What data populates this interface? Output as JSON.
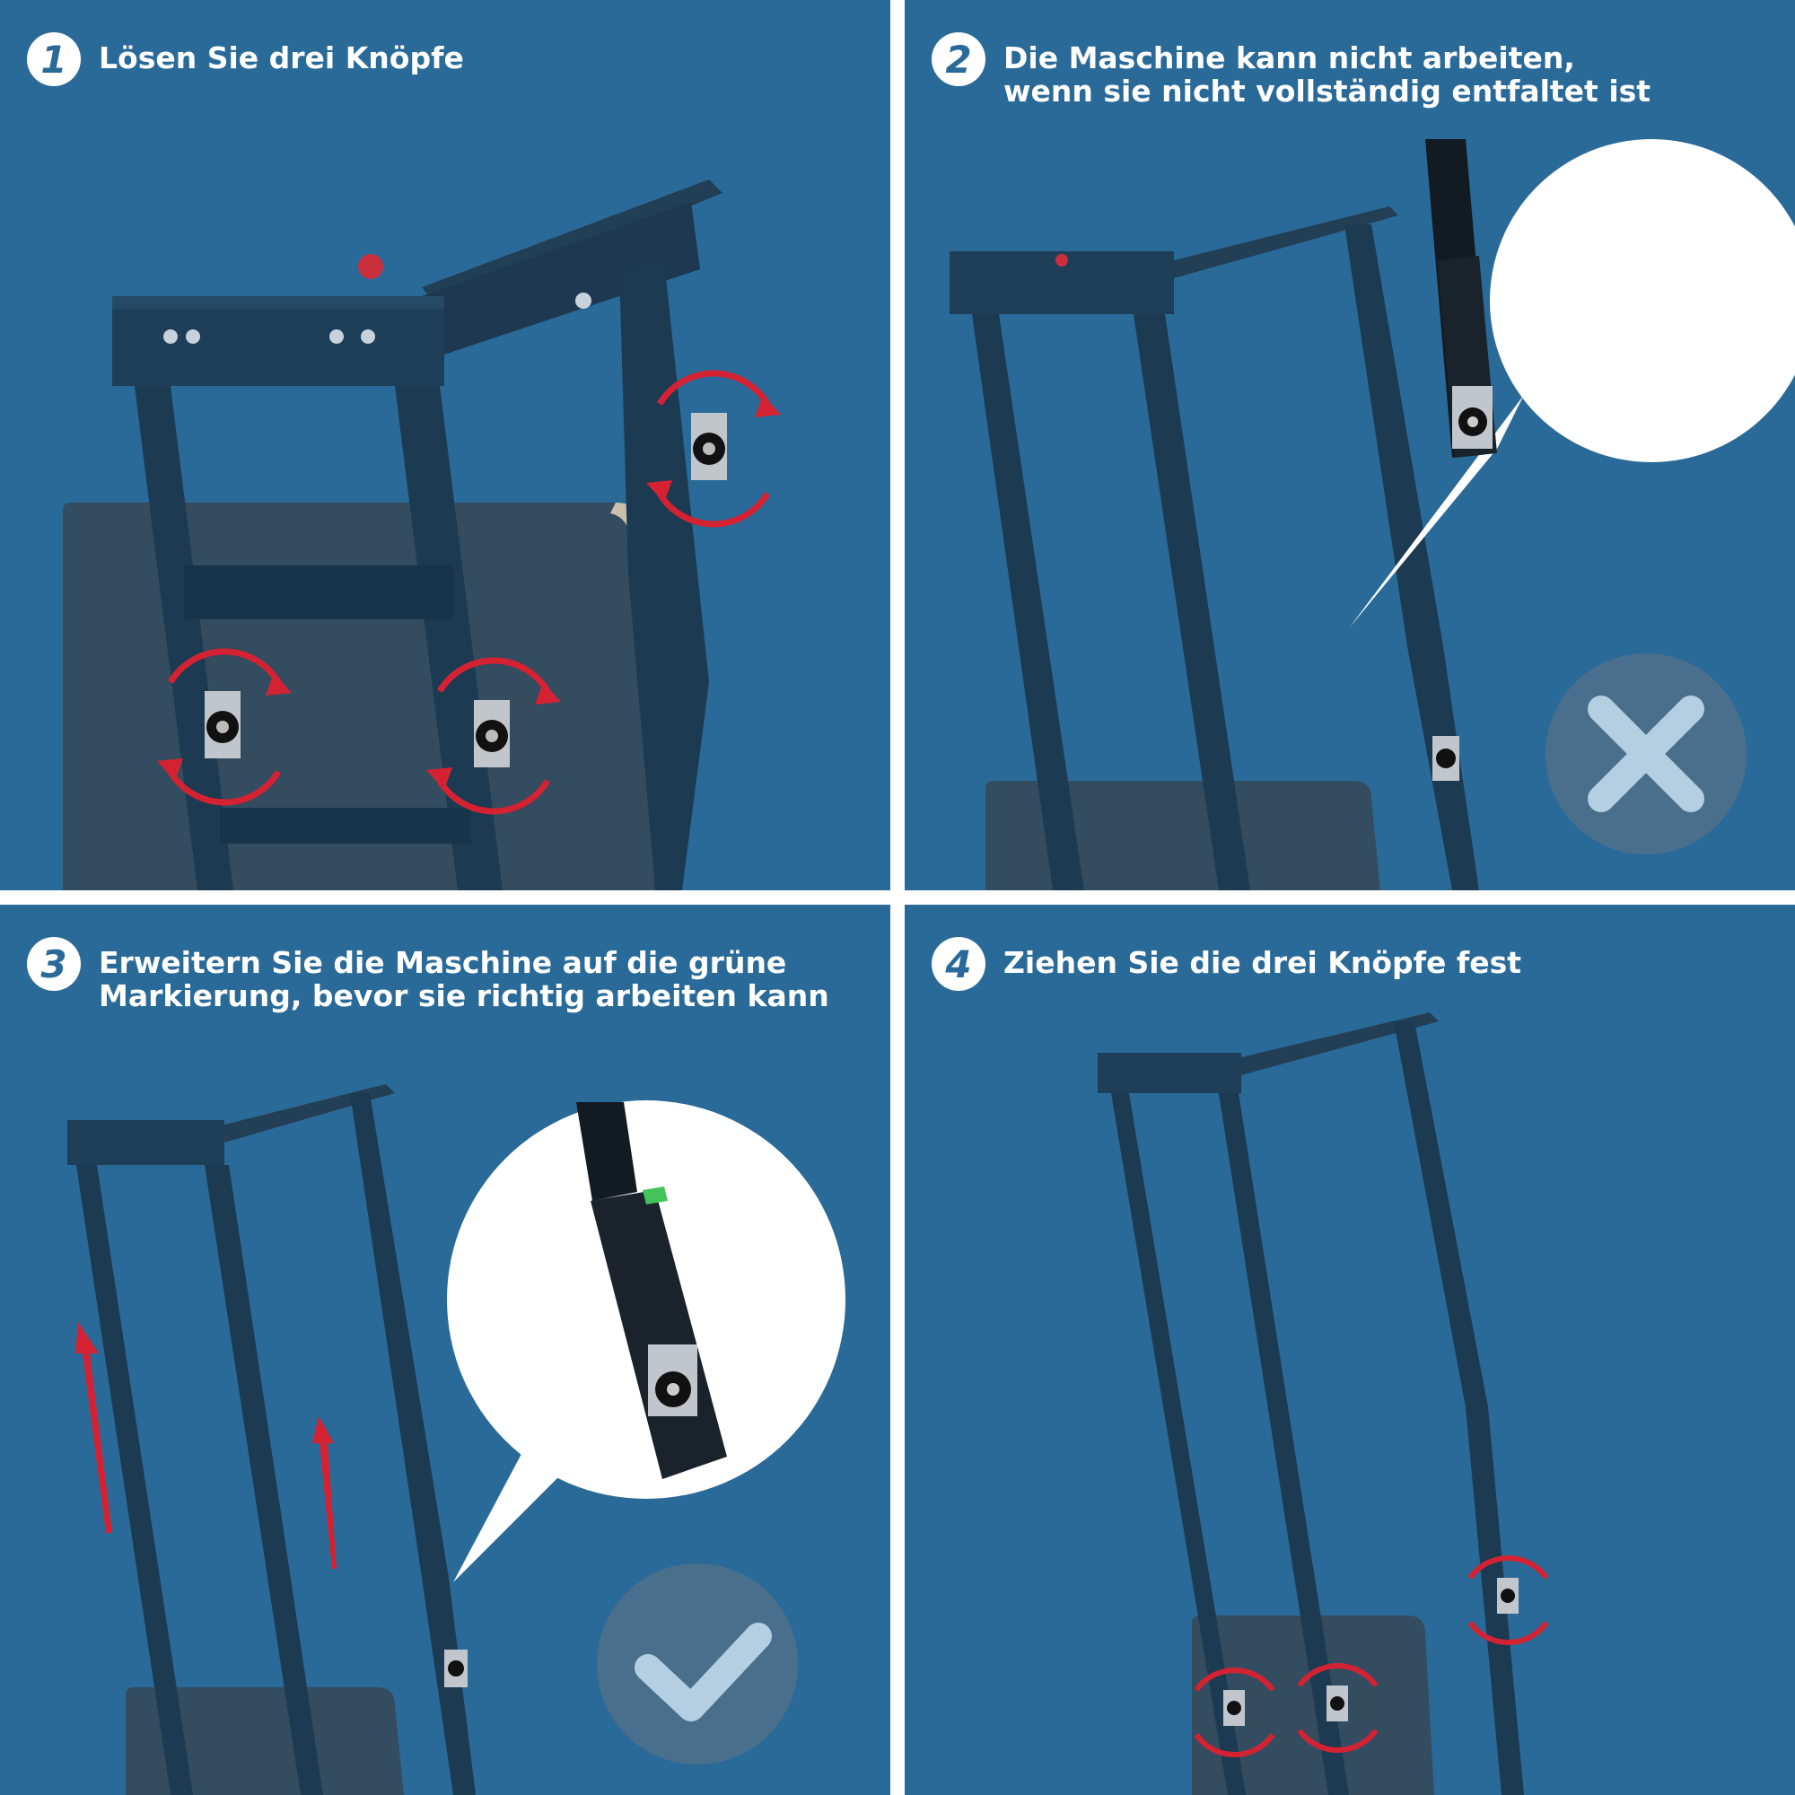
{
  "steps": [
    {
      "number": "1",
      "lines": [
        "Lösen Sie drei Knöpfe"
      ]
    },
    {
      "number": "2",
      "lines": [
        "Die Maschine kann nicht arbeiten,",
        "wenn sie nicht vollständig entfaltet ist"
      ]
    },
    {
      "number": "3",
      "lines": [
        "Erweitern Sie die Maschine auf die grüne",
        "Markierung, bevor sie richtig arbeiten kann"
      ]
    },
    {
      "number": "4",
      "lines": [
        "Ziehen Sie die drei Knöpfe fest"
      ]
    }
  ],
  "icons": {
    "rotate": "rotate-arrows-icon",
    "cross": "cross-icon",
    "check": "check-icon",
    "up": "up-arrow-icon"
  },
  "colors": {
    "background": "#2a6a98",
    "frame": "#1f3e57",
    "frame_dark": "#17303f",
    "arrow": "#d52232",
    "marker_green": "#43c35a",
    "badge_bg": "#4a6f8c",
    "badge_icon": "#b4cfe2"
  }
}
